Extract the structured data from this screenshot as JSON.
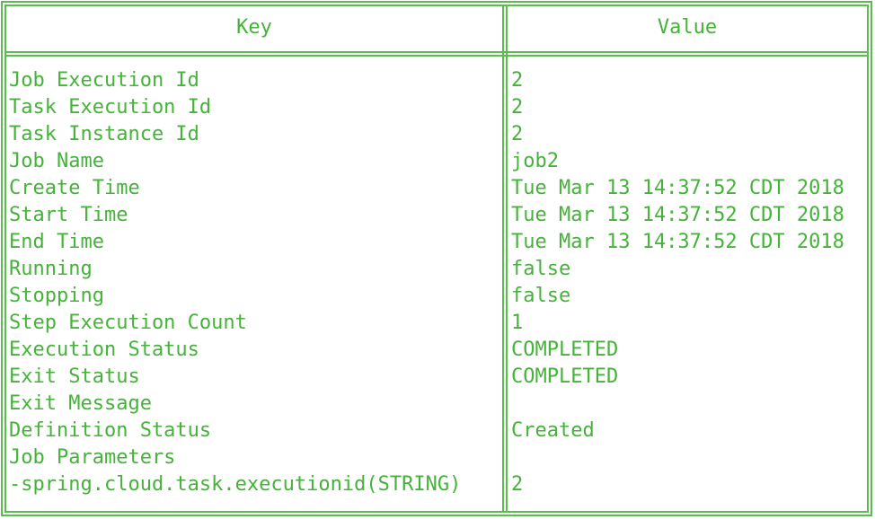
{
  "colors": {
    "text": "#45b23a",
    "line": "#5cbd4f",
    "background": "#ffffff"
  },
  "table": {
    "headers": {
      "key": "Key",
      "value": "Value"
    },
    "rows": [
      {
        "key": "Job Execution Id",
        "value": "2"
      },
      {
        "key": "Task Execution Id",
        "value": "2"
      },
      {
        "key": "Task Instance Id",
        "value": "2"
      },
      {
        "key": "Job Name",
        "value": "job2"
      },
      {
        "key": "Create Time",
        "value": "Tue Mar 13 14:37:52 CDT 2018"
      },
      {
        "key": "Start Time",
        "value": "Tue Mar 13 14:37:52 CDT 2018"
      },
      {
        "key": "End Time",
        "value": "Tue Mar 13 14:37:52 CDT 2018"
      },
      {
        "key": "Running",
        "value": "false"
      },
      {
        "key": "Stopping",
        "value": "false"
      },
      {
        "key": "Step Execution Count",
        "value": "1"
      },
      {
        "key": "Execution Status",
        "value": "COMPLETED"
      },
      {
        "key": "Exit Status",
        "value": "COMPLETED"
      },
      {
        "key": "Exit Message",
        "value": ""
      },
      {
        "key": "Definition Status",
        "value": "Created"
      },
      {
        "key": "Job Parameters",
        "value": ""
      },
      {
        "key": "-spring.cloud.task.executionid(STRING)",
        "value": "2"
      }
    ]
  }
}
